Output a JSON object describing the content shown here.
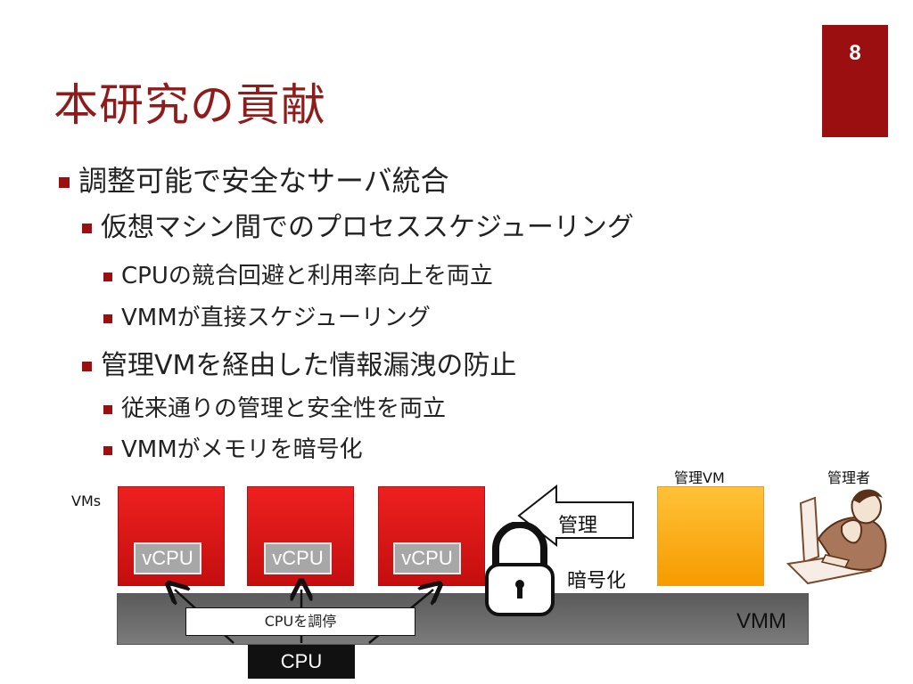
{
  "slide": {
    "page_number": "8",
    "title": "本研究の貢献"
  },
  "bullets": [
    {
      "level": 1,
      "text": "調整可能で安全なサーバ統合"
    },
    {
      "level": 2,
      "text": "仮想マシン間でのプロセススケジューリング"
    },
    {
      "level": 3,
      "text": "CPUの競合回避と利用率向上を両立"
    },
    {
      "level": 3,
      "text": "VMMが直接スケジューリング"
    },
    {
      "level": 2,
      "text": "管理VMを経由した情報漏洩の防止"
    },
    {
      "level": 3,
      "text": "従来通りの管理と安全性を両立"
    },
    {
      "level": 3,
      "text": "VMMがメモリを暗号化"
    }
  ],
  "diagram": {
    "vms_label": "VMs",
    "vcpu_label": "vCPU",
    "mgmt_vm_label": "管理VM",
    "admin_label": "管理者",
    "vmm_label": "VMM",
    "cpu_label": "CPU",
    "mediate_label": "CPUを調停",
    "kanri_label": "管理",
    "angou_label": "暗号化",
    "icons": [
      "lock-icon",
      "administrator-icon"
    ],
    "colors": {
      "accent": "#9b0f10",
      "vm": "#e11a1a",
      "mgmt_vm": "#f9a818",
      "vmm": "#666666"
    }
  }
}
